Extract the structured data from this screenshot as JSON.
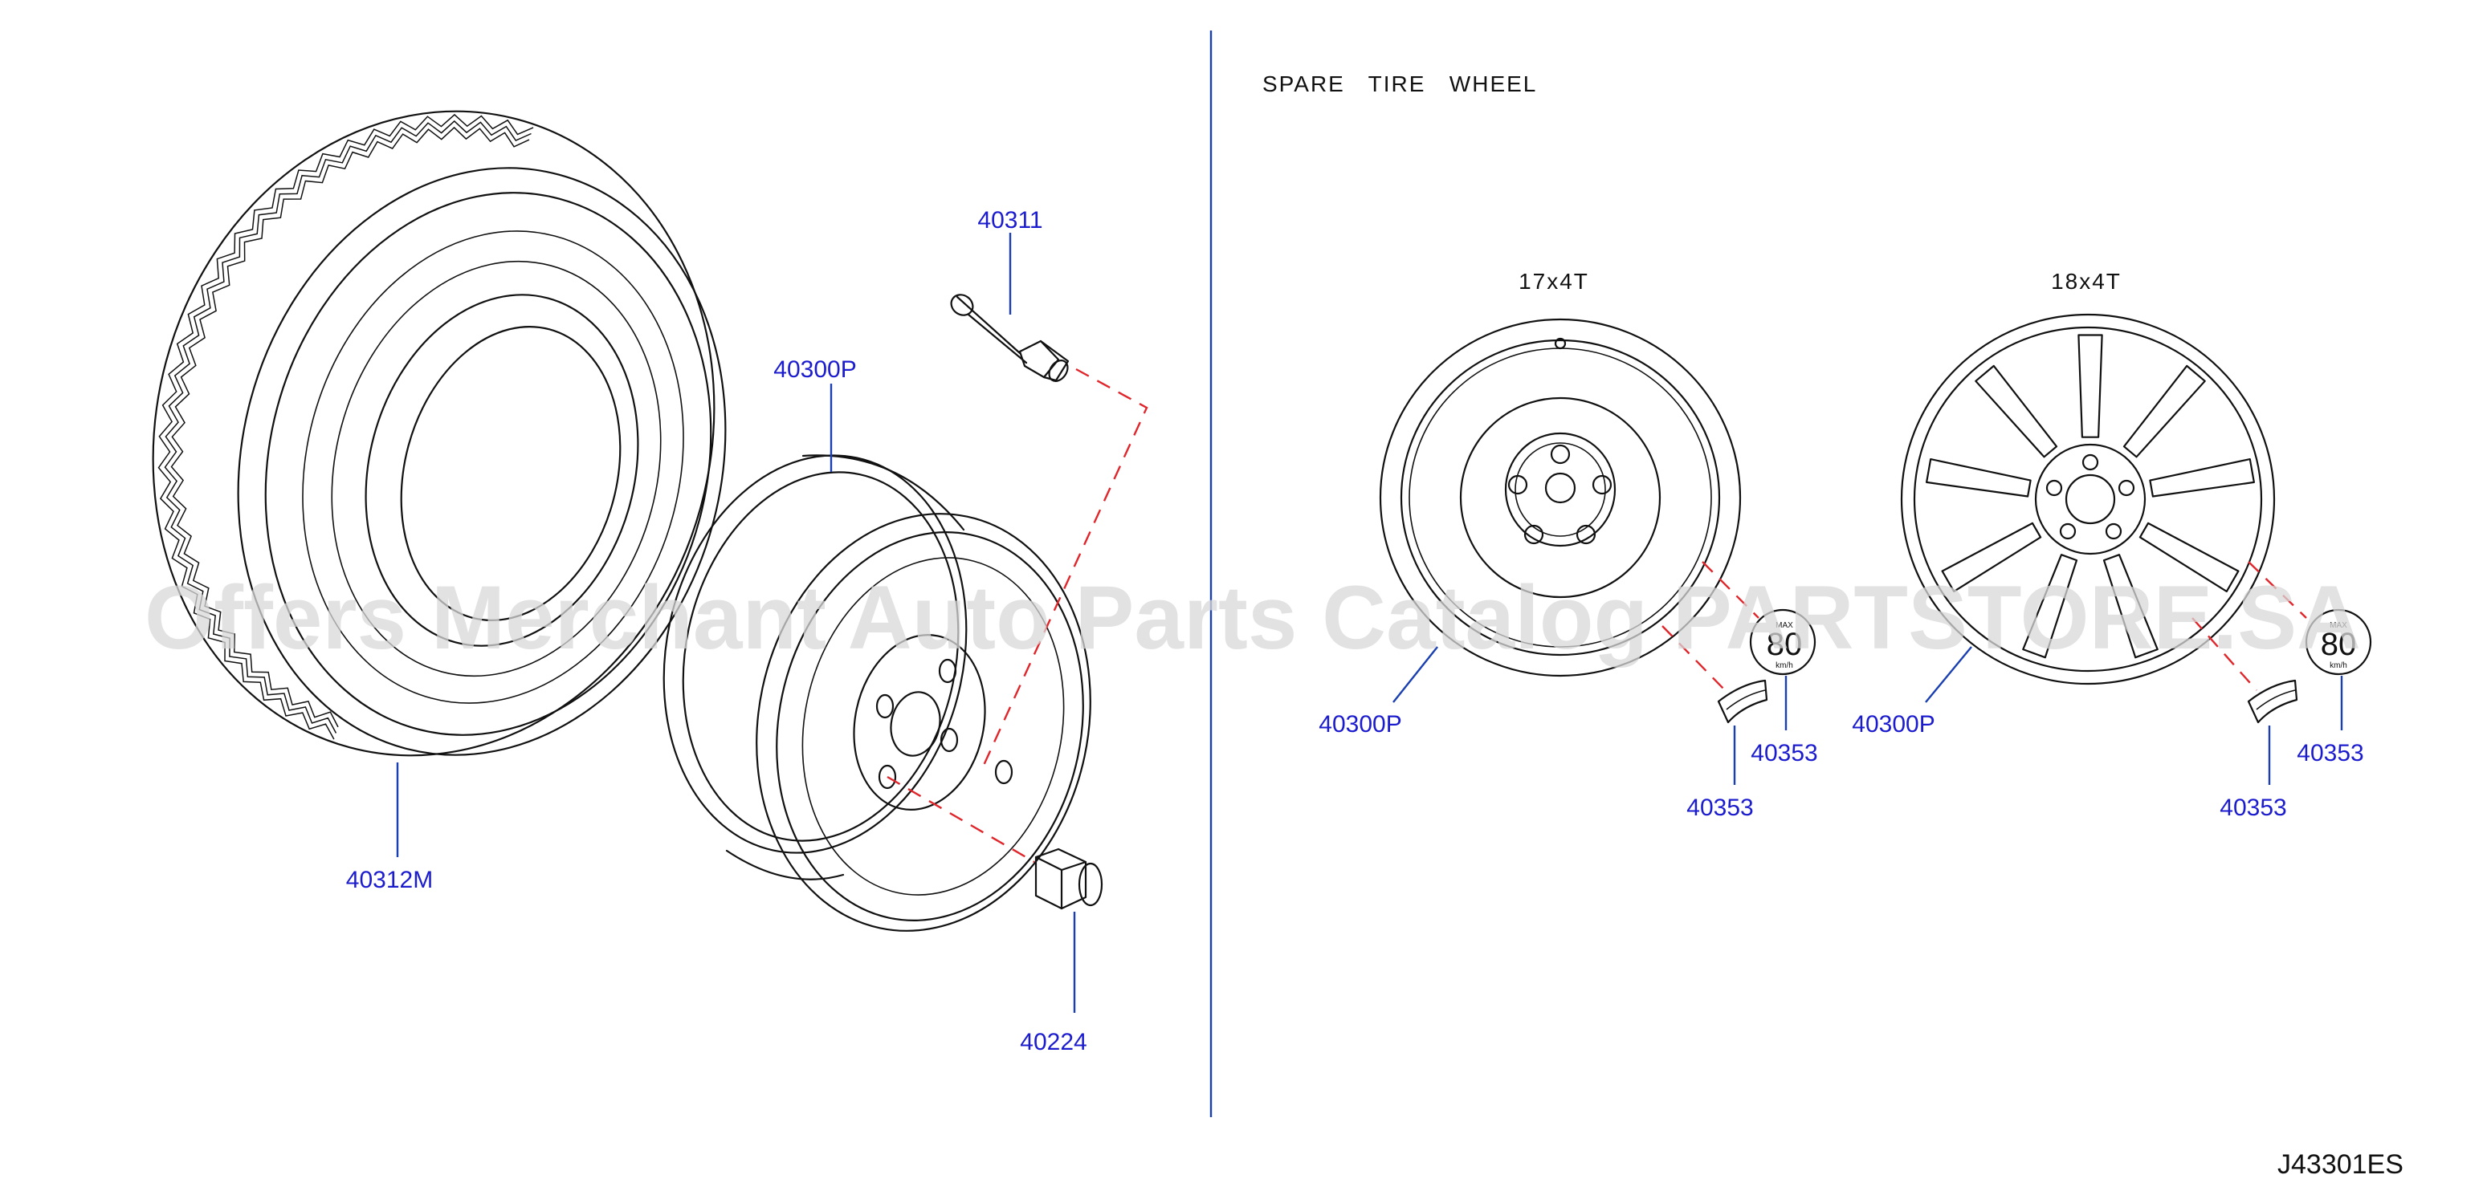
{
  "header": {
    "section_title": "SPARE   TIRE   WHEEL"
  },
  "sizes": {
    "left": "17x4T",
    "right": "18x4T"
  },
  "callouts": {
    "valve": "40311",
    "tire": "40312M",
    "wheel_main": "40300P",
    "nut": "40224",
    "spare_wheel_17": "40300P",
    "spare_wheel_18": "40300P",
    "label_badge_17": "40353",
    "label_sticker_17": "40353",
    "label_badge_18": "40353",
    "label_sticker_18": "40353"
  },
  "badges": {
    "speed_17": "80",
    "speed_18": "80",
    "unit": "km/h",
    "max_text": "MAX"
  },
  "diagram_code": "J43301ES",
  "watermark": "Offers Merchant Auto Parts Catalog PARTSTORE.SA",
  "colors": {
    "callout": "#1c1ccf",
    "leader": "#1a3fb0",
    "dashed": "#e0262b",
    "line": "#111111",
    "watermark": "#d8d8d8"
  }
}
